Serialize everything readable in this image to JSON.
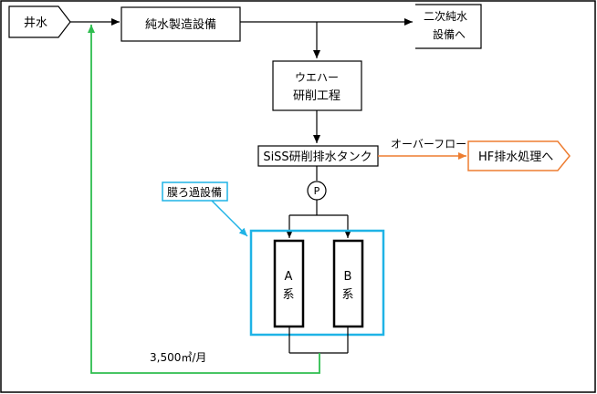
{
  "nodes": {
    "well_water": "井水",
    "pure_water_equipment": "純水製造設備",
    "secondary_pure_water_line1": "二次純水",
    "secondary_pure_water_line2": "設備へ",
    "wafer_line1": "ウエハー",
    "wafer_line2": "研削工程",
    "siss_tank": "SiSS研削排水タンク",
    "overflow_label": "オーバーフロー",
    "hf_treatment": "HF排水処理へ",
    "pump": "P",
    "membrane_label": "膜ろ過設備",
    "system_a_line1": "A",
    "system_a_line2": "系",
    "system_b_line1": "B",
    "system_b_line2": "系",
    "flow_rate": "3,500㎥/月"
  },
  "colors": {
    "outline": "#000000",
    "orange": "#ed7d31",
    "blue": "#1fb3e6",
    "green": "#2ebd4f"
  }
}
